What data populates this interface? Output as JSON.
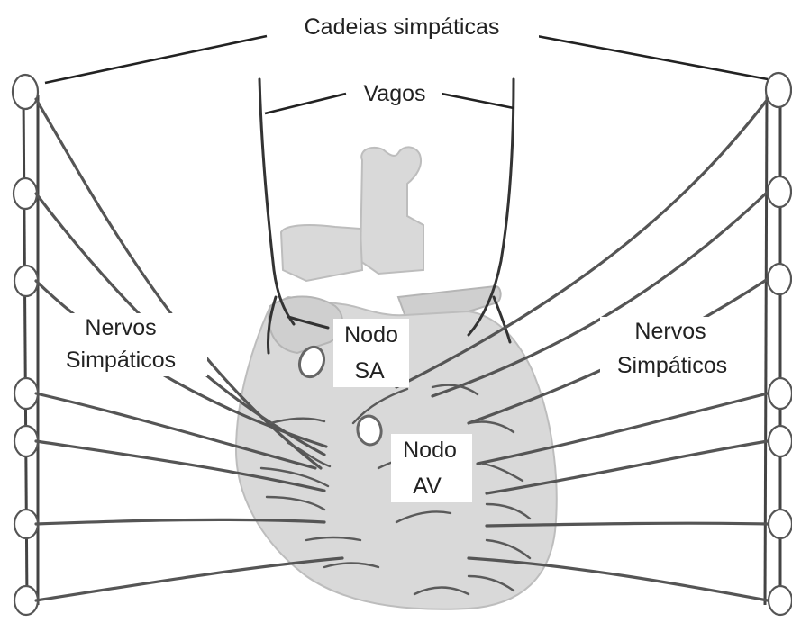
{
  "labels": {
    "sympathetic_chains": "Cadeias simpáticas",
    "vagi": "Vagos",
    "nerves_left_line1": "Nervos",
    "nerves_left_line2": "Simpáticos",
    "nerves_right_line1": "Nervos",
    "nerves_right_line2": "Simpáticos",
    "sa_node_line1": "Nodo",
    "sa_node_line2": "SA",
    "av_node_line1": "Nodo",
    "av_node_line2": "AV"
  }
}
